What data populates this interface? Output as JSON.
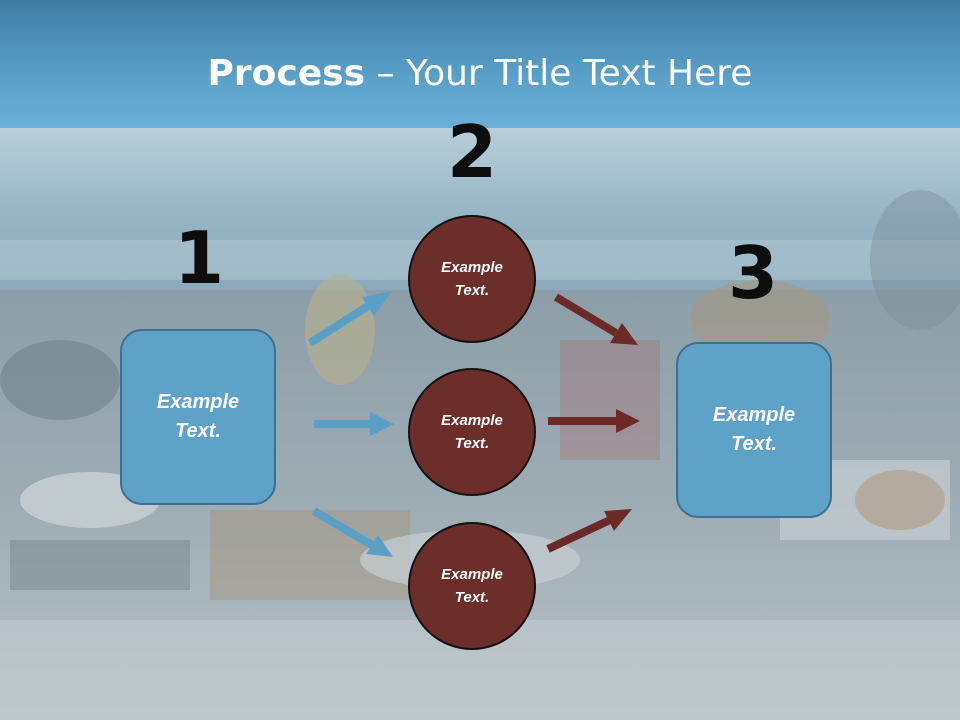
{
  "title": {
    "bold": "Process",
    "rest": " – Your Title Text Here"
  },
  "steps": [
    {
      "number": "1",
      "label": "Example Text."
    },
    {
      "number": "2",
      "labels": [
        "Example Text.",
        "Example Text.",
        "Example Text."
      ]
    },
    {
      "number": "3",
      "label": "Example Text."
    }
  ],
  "colors": {
    "box_fill": "#5fa2c8",
    "circle_fill": "#6b2e2b",
    "arrow_blue": "#5a9fc6",
    "arrow_maroon": "#6b2a27"
  }
}
